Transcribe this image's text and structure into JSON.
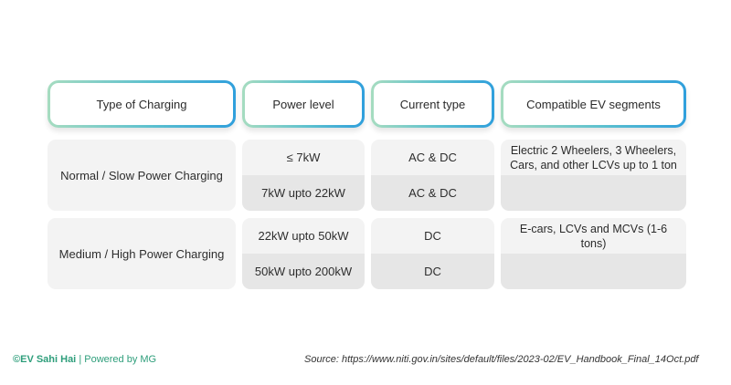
{
  "headers": {
    "type": "Type of Charging",
    "power": "Power level",
    "current": "Current type",
    "segments": "Compatible EV segments"
  },
  "rows": [
    {
      "type": "Normal / Slow Power Charging",
      "power": [
        "≤ 7kW",
        "7kW upto 22kW"
      ],
      "current": [
        "AC & DC",
        "AC & DC"
      ],
      "segments": "Electric 2 Wheelers, 3 Wheelers, Cars, and other LCVs up to 1 ton"
    },
    {
      "type": "Medium / High Power Charging",
      "power": [
        "22kW upto 50kW",
        "50kW upto 200kW"
      ],
      "current": [
        "DC",
        "DC"
      ],
      "segments": "E-cars, LCVs and MCVs (1-6 tons)"
    }
  ],
  "footer": {
    "brand": "©EV Sahi Hai",
    "separator": "|",
    "powered": "Powered by MG",
    "source": "Source: https://www.niti.gov.in/sites/default/files/2023-02/EV_Handbook_Final_14Oct.pdf"
  },
  "colors": {
    "accent_green": "#2e9e7b",
    "header_gradient_start": "#a6dcc0",
    "header_gradient_end": "#2f9fdc",
    "cell_light": "#f3f3f3",
    "cell_dark": "#e6e6e6"
  }
}
